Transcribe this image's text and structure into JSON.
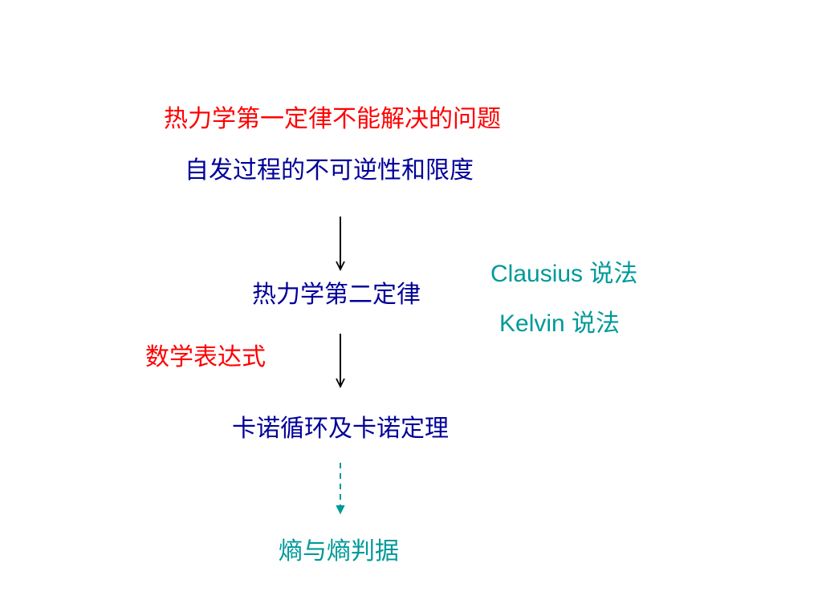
{
  "diagram": {
    "problem_title": "热力学第一定律不能解决的问题",
    "irreversibility": "自发过程的不可逆性和限度",
    "second_law": "热力学第二定律",
    "clausius_statement": "Clausius 说法",
    "kelvin_statement": "Kelvin 说法",
    "math_expression": "数学表达式",
    "carnot": "卡诺循环及卡诺定理",
    "entropy": "熵与熵判据"
  },
  "colors": {
    "red": "#ff0000",
    "navy": "#000099",
    "teal": "#009999",
    "arrow_solid": "#000000",
    "arrow_dashed": "#009999"
  }
}
